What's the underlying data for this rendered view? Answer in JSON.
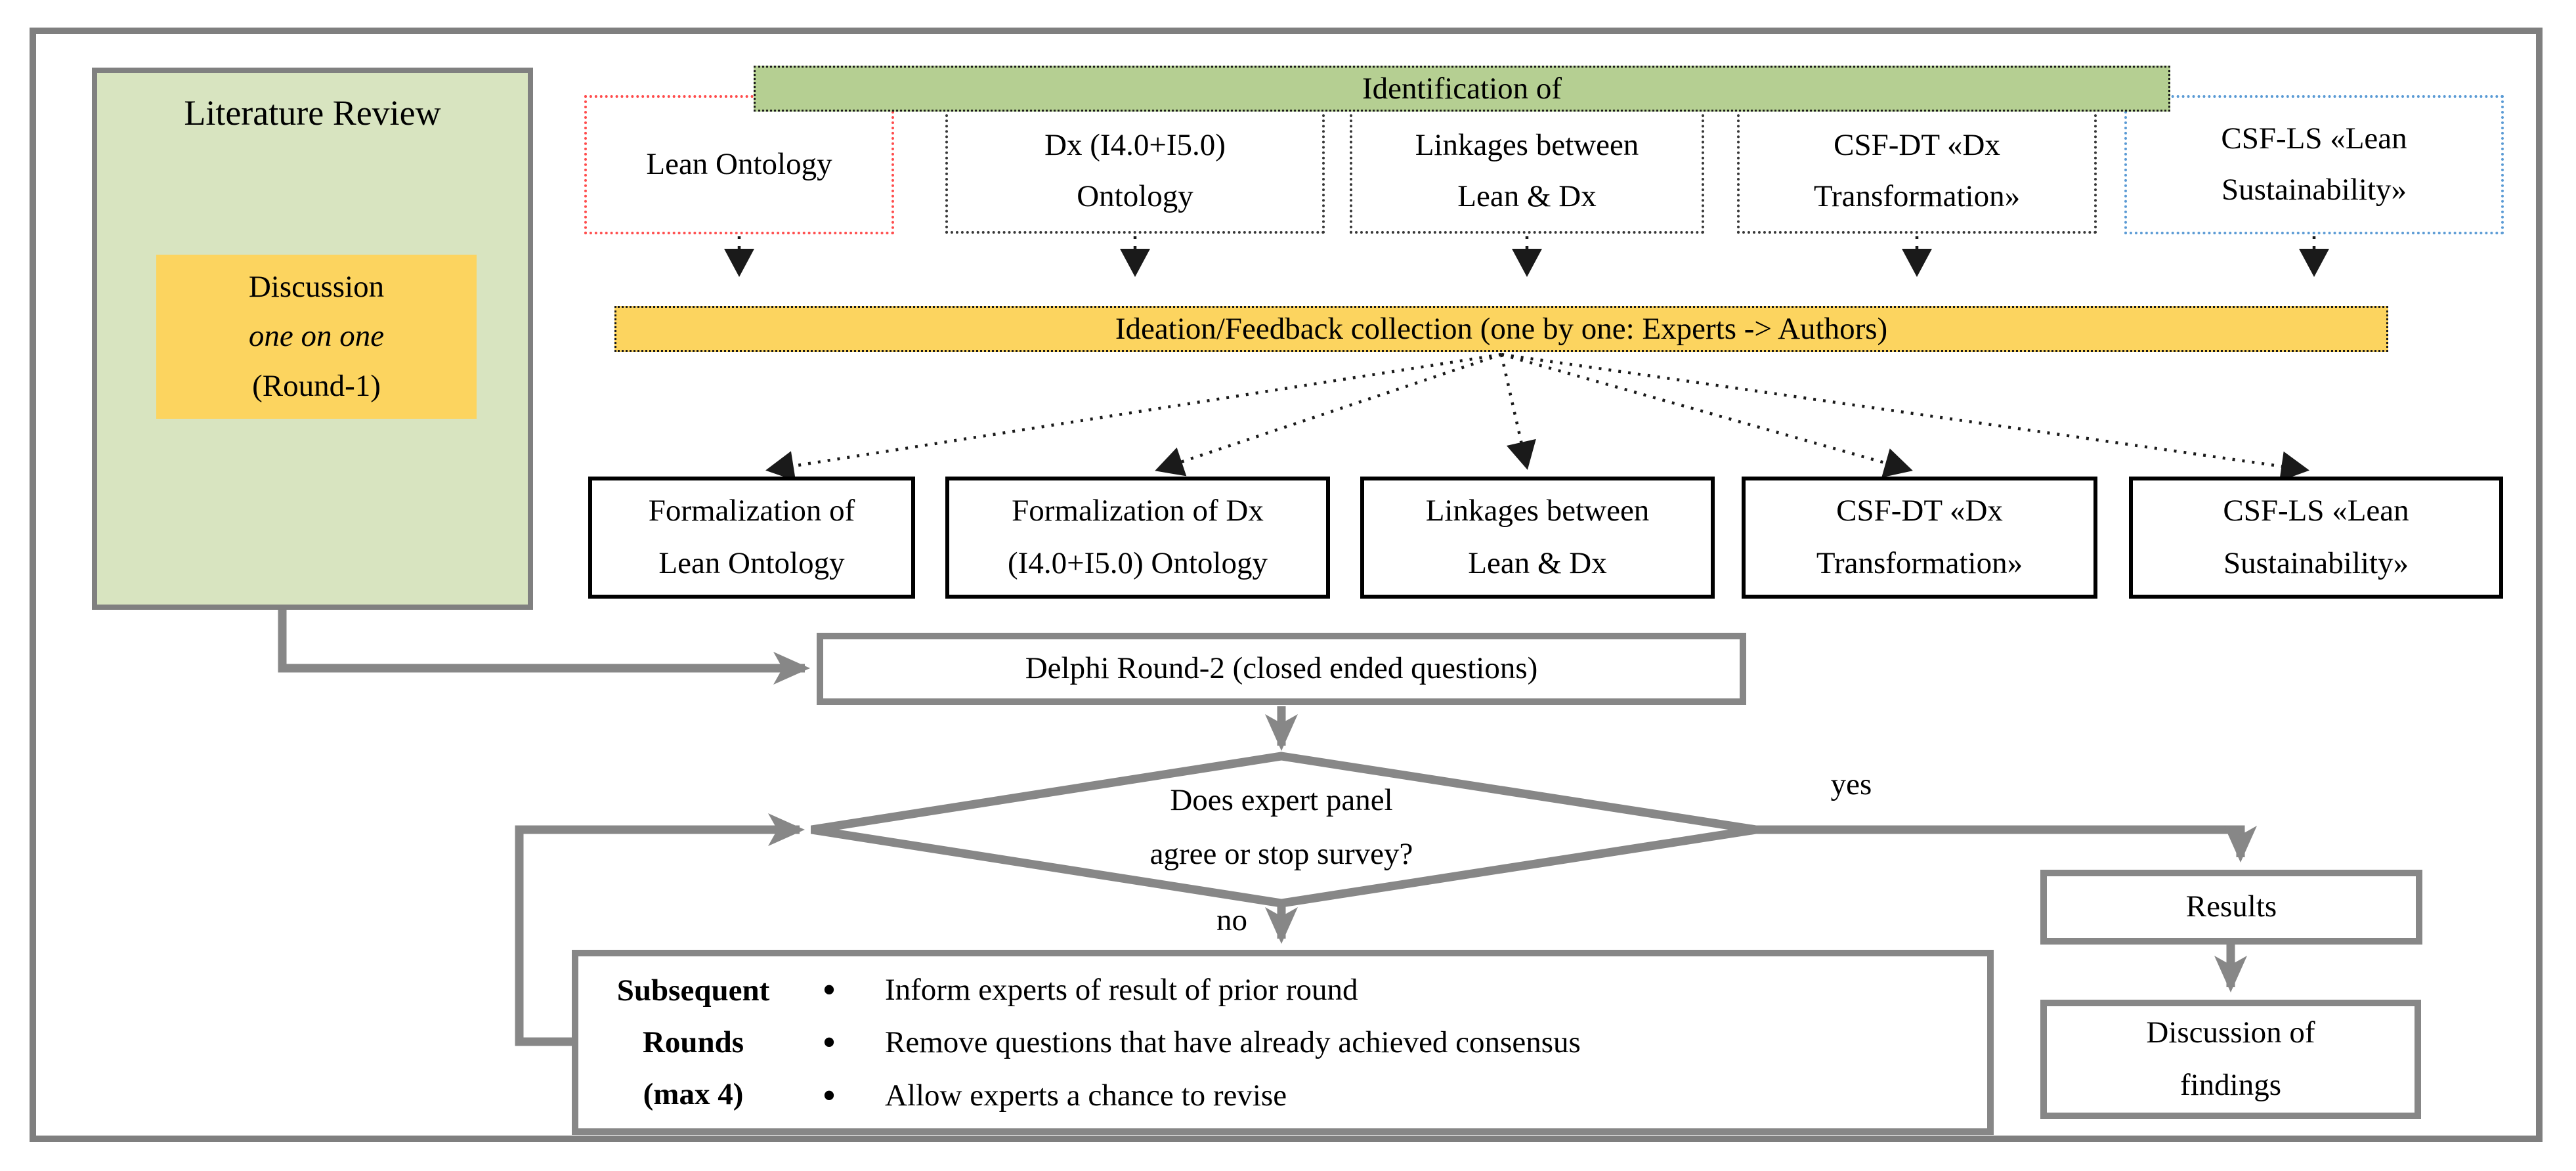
{
  "colors": {
    "frame-gray": "#7f7f7f",
    "line-gray": "#878787",
    "panel-green": "#d8e4c0",
    "bar-green": "#b5cf92",
    "accent-yellow": "#fcd45f",
    "dot-black": "#1a1a1a",
    "dot-red": "#ff4d4d",
    "dot-blue": "#5b9bd5",
    "box-black": "#000000"
  },
  "literature": {
    "title": "Literature Review",
    "discussion_line1": "Discussion",
    "discussion_line2": "one on one",
    "discussion_line3": "(Round-1)"
  },
  "identification_bar": {
    "label": "Identification of"
  },
  "top_row": [
    {
      "line1": "Lean Ontology",
      "line2": ""
    },
    {
      "line1": "Dx (I4.0+I5.0)",
      "line2": "Ontology"
    },
    {
      "line1": "Linkages between",
      "line2": "Lean & Dx"
    },
    {
      "line1": "CSF-DT «Dx",
      "line2": "Transformation»"
    },
    {
      "line1": "CSF-LS «Lean",
      "line2": "Sustainability»"
    }
  ],
  "ideation_bar": {
    "label": "Ideation/Feedback collection (one by one: Experts -> Authors)"
  },
  "formalization_row": [
    {
      "line1": "Formalization of",
      "line2": "Lean Ontology"
    },
    {
      "line1": "Formalization of Dx",
      "line2": "(I4.0+I5.0) Ontology"
    },
    {
      "line1": "Linkages between",
      "line2": "Lean & Dx"
    },
    {
      "line1": "CSF-DT «Dx",
      "line2": "Transformation»"
    },
    {
      "line1": "CSF-LS «Lean",
      "line2": "Sustainability»"
    }
  ],
  "delphi": {
    "label": "Delphi Round-2 (closed ended questions)"
  },
  "decision": {
    "line1": "Does expert panel",
    "line2": "agree or stop survey?",
    "yes_label": "yes",
    "no_label": "no"
  },
  "subsequent_rounds": {
    "title_line1": "Subsequent",
    "title_line2": "Rounds",
    "title_line3": "(max 4)",
    "bullet_char": "•",
    "bullets": [
      "Inform experts of result of prior round",
      "Remove questions that have already achieved consensus",
      "Allow experts a chance to revise"
    ]
  },
  "results": {
    "label": "Results"
  },
  "discussion_of_findings": {
    "line1": "Discussion of",
    "line2": "findings"
  }
}
